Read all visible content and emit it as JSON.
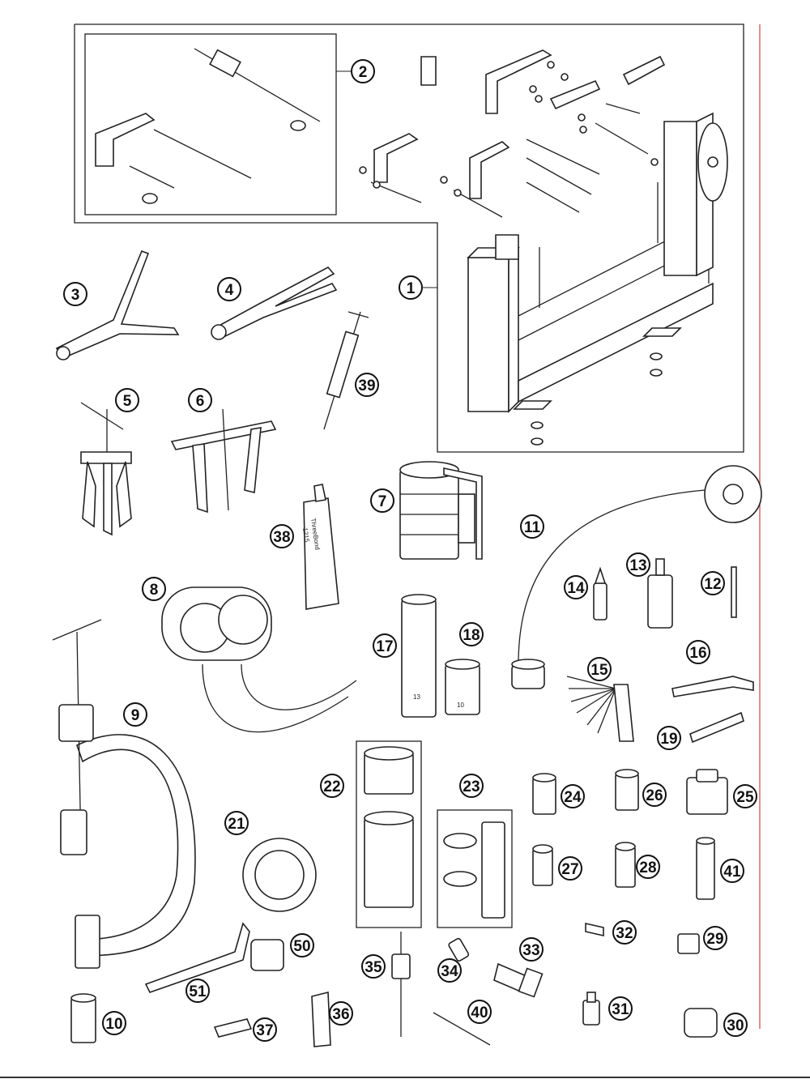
{
  "diagram": {
    "callouts": [
      {
        "id": "c1",
        "label": "1"
      },
      {
        "id": "c2",
        "label": "2"
      },
      {
        "id": "c3",
        "label": "3"
      },
      {
        "id": "c4",
        "label": "4"
      },
      {
        "id": "c5",
        "label": "5"
      },
      {
        "id": "c6",
        "label": "6"
      },
      {
        "id": "c7",
        "label": "7"
      },
      {
        "id": "c8",
        "label": "8"
      },
      {
        "id": "c9",
        "label": "9"
      },
      {
        "id": "c10",
        "label": "10"
      },
      {
        "id": "c11",
        "label": "11"
      },
      {
        "id": "c12",
        "label": "12"
      },
      {
        "id": "c13",
        "label": "13"
      },
      {
        "id": "c14",
        "label": "14"
      },
      {
        "id": "c15",
        "label": "15"
      },
      {
        "id": "c16",
        "label": "16"
      },
      {
        "id": "c17",
        "label": "17"
      },
      {
        "id": "c18",
        "label": "18"
      },
      {
        "id": "c19",
        "label": "19"
      },
      {
        "id": "c21",
        "label": "21"
      },
      {
        "id": "c22",
        "label": "22"
      },
      {
        "id": "c23",
        "label": "23"
      },
      {
        "id": "c24",
        "label": "24"
      },
      {
        "id": "c25",
        "label": "25"
      },
      {
        "id": "c26",
        "label": "26"
      },
      {
        "id": "c27",
        "label": "27"
      },
      {
        "id": "c28",
        "label": "28"
      },
      {
        "id": "c29",
        "label": "29"
      },
      {
        "id": "c30",
        "label": "30"
      },
      {
        "id": "c31",
        "label": "31"
      },
      {
        "id": "c32",
        "label": "32"
      },
      {
        "id": "c33",
        "label": "33"
      },
      {
        "id": "c34",
        "label": "34"
      },
      {
        "id": "c35",
        "label": "35"
      },
      {
        "id": "c36",
        "label": "36"
      },
      {
        "id": "c37",
        "label": "37"
      },
      {
        "id": "c38",
        "label": "38"
      },
      {
        "id": "c39",
        "label": "39"
      },
      {
        "id": "c40",
        "label": "40"
      },
      {
        "id": "c41",
        "label": "41"
      },
      {
        "id": "c50",
        "label": "50"
      },
      {
        "id": "c51",
        "label": "51"
      }
    ],
    "part_text": {
      "socket_17_size": "13",
      "socket_18_size": "10",
      "tube_38_brand": "ThreeBond",
      "tube_38_code": "1215"
    }
  }
}
